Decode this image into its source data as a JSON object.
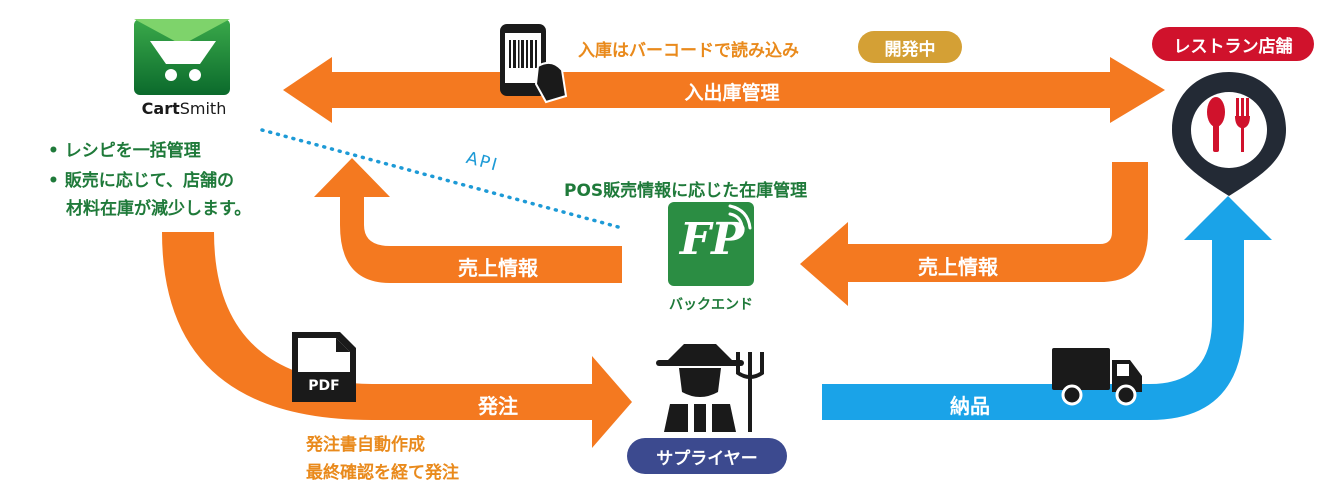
{
  "colors": {
    "flow_orange": "#f47920",
    "delivery_blue": "#1aa3e8",
    "api_dots": "#1d9ad6",
    "text_green": "#1f7a3a",
    "text_orange": "#e98a1c",
    "badge_dev": "#d4a035",
    "badge_store": "#d0122c",
    "badge_supplier": "#3c4a8f",
    "app_green": "#2b8d43",
    "pin_dark": "#232a35"
  },
  "icons": [
    "cart-icon",
    "smartphone-barcode-icon",
    "store-pin-icon",
    "fp-app-icon",
    "pdf-document-icon",
    "farmer-icon",
    "truck-icon"
  ],
  "cartsmith": {
    "name_bold": "Cart",
    "name_rest": "Smith",
    "bullets": [
      "レシピを一括管理",
      "販売に応じて、店舗の",
      "材料在庫が減少します。"
    ]
  },
  "top_flow": {
    "barcode_note": "入庫はバーコードで読み込み",
    "dev_badge": "開発中",
    "arrow_label": "入出庫管理"
  },
  "restaurant": {
    "badge": "レストラン店舗"
  },
  "api_label": "API",
  "backend": {
    "heading": "POS販売情報に応じた在庫管理",
    "app_text": "FP",
    "caption": "バックエンド"
  },
  "sales_arrows": {
    "left_label": "売上情報",
    "right_label": "売上情報"
  },
  "order": {
    "pdf_text": "PDF",
    "arrow_label": "発注",
    "note_line1": "発注書自動作成",
    "note_line2": "最終確認を経て発注"
  },
  "supplier": {
    "badge": "サプライヤー"
  },
  "delivery": {
    "arrow_label": "納品"
  }
}
